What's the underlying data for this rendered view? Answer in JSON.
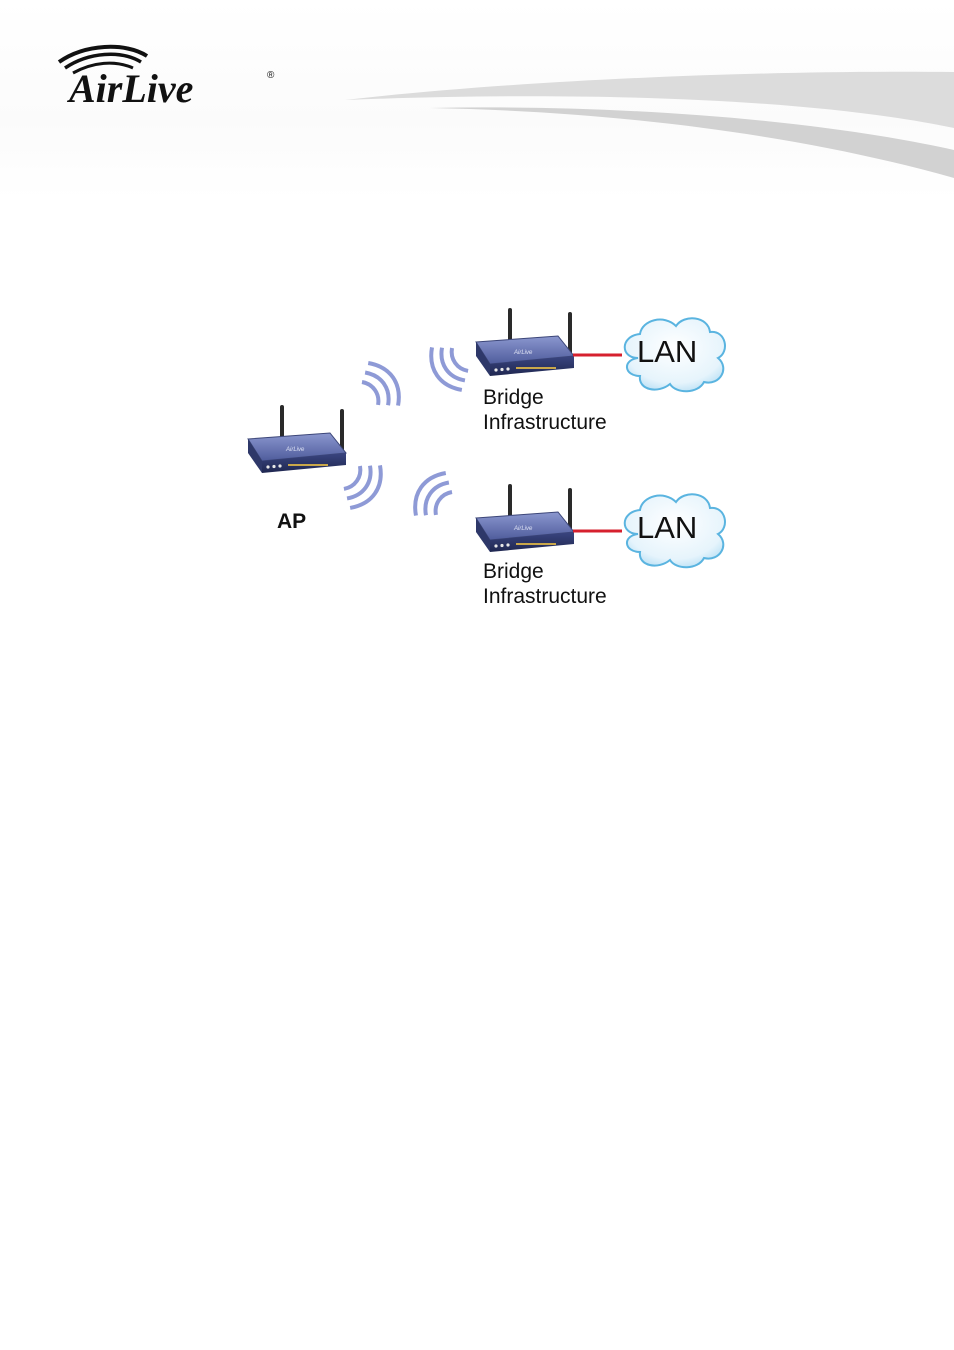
{
  "header": {
    "brand_name": "Air Live",
    "brand_mark": "registered-mark"
  },
  "diagram": {
    "ap_label": "AP",
    "bridges": [
      {
        "label_line1": "Bridge",
        "label_line2": "Infrastructure",
        "network": "LAN"
      },
      {
        "label_line1": "Bridge",
        "label_line2": "Infrastructure",
        "network": "LAN"
      }
    ]
  },
  "colors": {
    "router_body": "#5a6aa8",
    "router_dark": "#2f3a6e",
    "wave": "#8e9ad6",
    "link": "#d6202e",
    "cloud_fill": "#e9f6fd",
    "cloud_stroke": "#5ab4e0",
    "swoosh": "#d9d9d9"
  }
}
